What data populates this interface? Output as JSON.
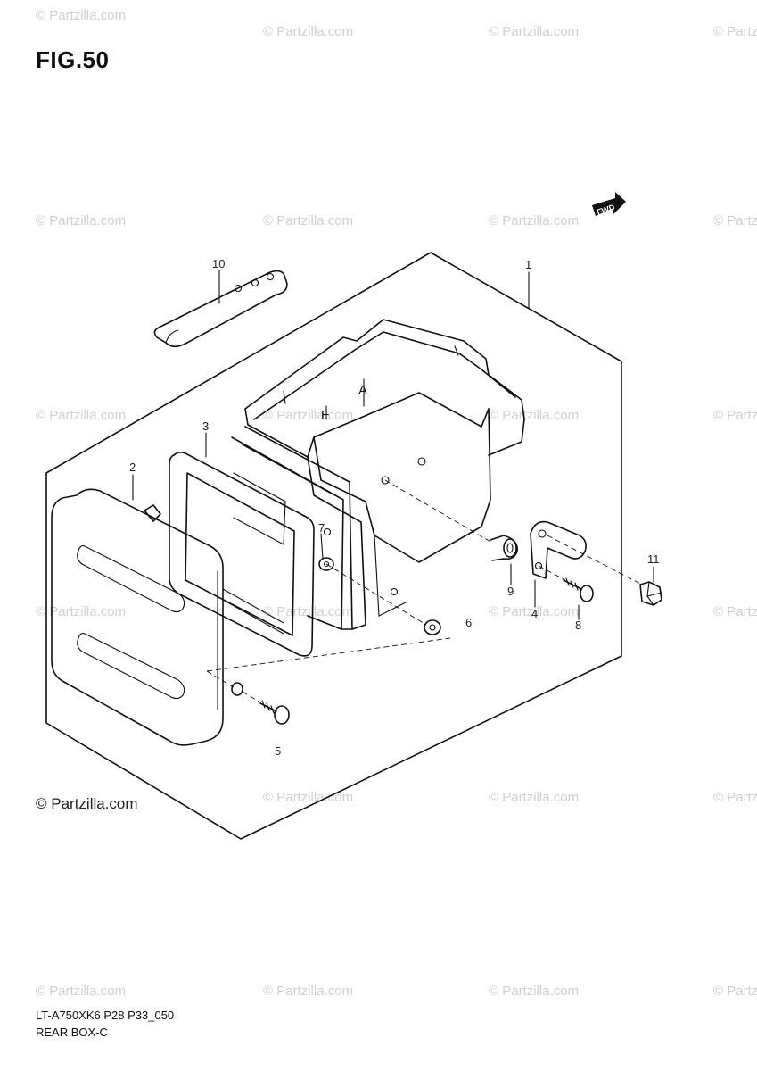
{
  "figure": {
    "title": "FIG.50"
  },
  "direction_badge": "FWD",
  "callouts": {
    "c1": "1",
    "c2": "2",
    "c3": "3",
    "c4": "4",
    "c5": "5",
    "c6": "6",
    "c7": "7",
    "c8": "8",
    "c9": "9",
    "c10": "10",
    "c11": "11"
  },
  "box_marks": {
    "e": "E",
    "a": "A"
  },
  "watermark": {
    "text": "© Partzilla.com",
    "main": "© Partzilla.com"
  },
  "footer": {
    "code": "LT-A750XK6 P28 P33_050",
    "name": "REAR BOX-C"
  }
}
